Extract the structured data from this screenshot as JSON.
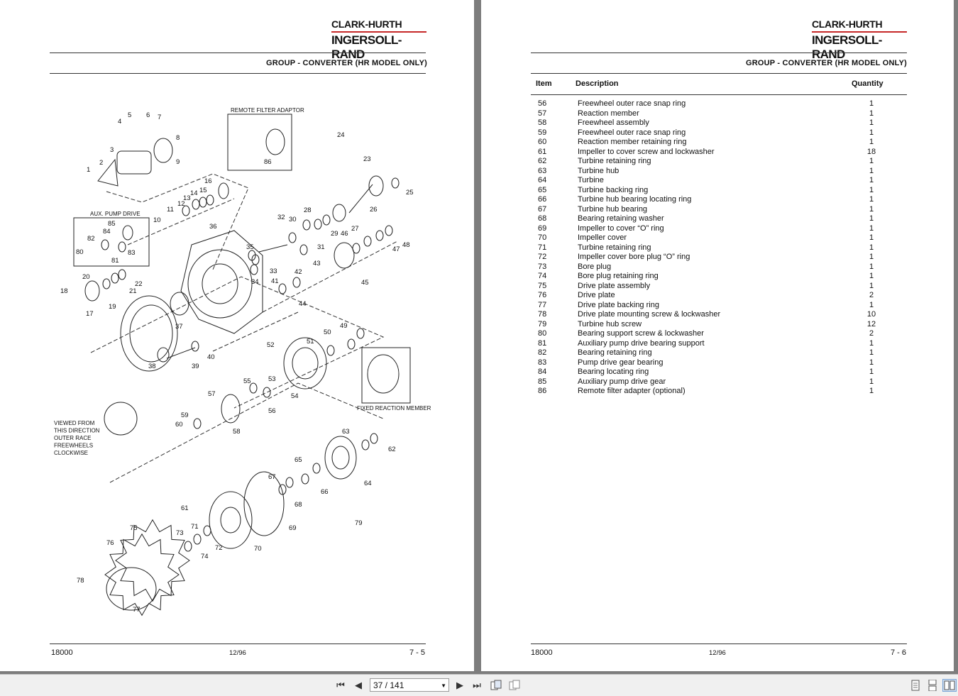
{
  "brand": {
    "line1": "CLARK-HURTH",
    "line2": "INGERSOLL-RAND"
  },
  "left_page": {
    "group_title": "GROUP -  CONVERTER (HR MODEL ONLY)",
    "footer_left": "18000",
    "footer_mid": "12/96",
    "footer_right": "7 - 5",
    "diagram": {
      "callouts": [
        "1",
        "2",
        "3",
        "4",
        "5",
        "6",
        "7",
        "8",
        "9",
        "10",
        "11",
        "12",
        "13",
        "14",
        "15",
        "16",
        "17",
        "18",
        "19",
        "20",
        "21",
        "22",
        "23",
        "24",
        "25",
        "26",
        "27",
        "28",
        "29",
        "30",
        "31",
        "32",
        "33",
        "34",
        "35",
        "36",
        "37",
        "38",
        "39",
        "40",
        "41",
        "42",
        "43",
        "44",
        "45",
        "46",
        "47",
        "48",
        "49",
        "50",
        "51",
        "52",
        "53",
        "54",
        "55",
        "56",
        "57",
        "58",
        "59",
        "60",
        "61",
        "62",
        "63",
        "64",
        "65",
        "66",
        "67",
        "68",
        "69",
        "70",
        "71",
        "72",
        "73",
        "74",
        "75",
        "76",
        "77",
        "78",
        "79",
        "80",
        "81",
        "82",
        "83",
        "84",
        "85",
        "86"
      ],
      "label_remote_filter": "REMOTE FILTER ADAPTOR",
      "label_aux_pump": "AUX. PUMP DRIVE",
      "label_fixed_reaction": "FIXED REACTION MEMBER",
      "view_note": [
        "VIEWED FROM",
        "THIS DIRECTION",
        "OUTER RACE",
        "FREEWHEELS",
        "CLOCKWISE"
      ]
    }
  },
  "right_page": {
    "group_title": "GROUP -  CONVERTER (HR MODEL ONLY)",
    "footer_left": "18000",
    "footer_mid": "12/96",
    "footer_right": "7 - 6",
    "columns": {
      "item": "Item",
      "description": "Description",
      "quantity": "Quantity"
    },
    "rows": [
      {
        "item": "56",
        "description": "Freewheel outer race snap ring",
        "qty": "1"
      },
      {
        "item": "57",
        "description": "Reaction member",
        "qty": "1"
      },
      {
        "item": "58",
        "description": "Freewheel assembly",
        "qty": "1"
      },
      {
        "item": "59",
        "description": "Freewheel outer race snap ring",
        "qty": "1"
      },
      {
        "item": "60",
        "description": "Reaction member retaining ring",
        "qty": "1"
      },
      {
        "item": "61",
        "description": "Impeller to cover screw and lockwasher",
        "qty": "18"
      },
      {
        "item": "62",
        "description": "Turbine retaining ring",
        "qty": "1"
      },
      {
        "item": "63",
        "description": "Turbine hub",
        "qty": "1"
      },
      {
        "item": "64",
        "description": "Turbine",
        "qty": "1"
      },
      {
        "item": "65",
        "description": "Turbine backing ring",
        "qty": "1"
      },
      {
        "item": "66",
        "description": "Turbine hub bearing locating ring",
        "qty": "1"
      },
      {
        "item": "67",
        "description": "Turbine hub bearing",
        "qty": "1"
      },
      {
        "item": "68",
        "description": "Bearing retaining washer",
        "qty": "1"
      },
      {
        "item": "69",
        "description": "Impeller to cover “O” ring",
        "qty": "1"
      },
      {
        "item": "70",
        "description": "Impeller cover",
        "qty": "1"
      },
      {
        "item": "71",
        "description": "Turbine retaining ring",
        "qty": "1"
      },
      {
        "item": "72",
        "description": "Impeller cover bore plug “O” ring",
        "qty": "1"
      },
      {
        "item": "73",
        "description": "Bore plug",
        "qty": "1"
      },
      {
        "item": "74",
        "description": "Bore plug retaining ring",
        "qty": "1"
      },
      {
        "item": "75",
        "description": "Drive plate assembly",
        "qty": "1"
      },
      {
        "item": "76",
        "description": "Drive plate",
        "qty": "2"
      },
      {
        "item": "77",
        "description": "Drive plate backing ring",
        "qty": "1"
      },
      {
        "item": "78",
        "description": "Drive plate mounting screw & lockwasher",
        "qty": "10"
      },
      {
        "item": "79",
        "description": "Turbine hub screw",
        "qty": "12"
      },
      {
        "item": "80",
        "description": "Bearing support screw & lockwasher",
        "qty": "2"
      },
      {
        "item": "81",
        "description": "Auxiliary pump drive bearing support",
        "qty": "1"
      },
      {
        "item": "82",
        "description": "Bearing retaining ring",
        "qty": "1"
      },
      {
        "item": "83",
        "description": "Pump drive gear bearing",
        "qty": "1"
      },
      {
        "item": "84",
        "description": "Bearing locating ring",
        "qty": "1"
      },
      {
        "item": "85",
        "description": "Auxiliary pump drive gear",
        "qty": "1"
      },
      {
        "item": "86",
        "description": "Remote filter adapter (optional)",
        "qty": "1"
      }
    ]
  },
  "toolbar": {
    "page_indicator": "37 / 141",
    "icons": [
      "first-page-icon",
      "prev-page-icon",
      "next-page-icon",
      "last-page-icon",
      "rotate-icon",
      "extract-icon",
      "single-page-view-icon",
      "continuous-view-icon",
      "two-page-view-icon"
    ]
  }
}
